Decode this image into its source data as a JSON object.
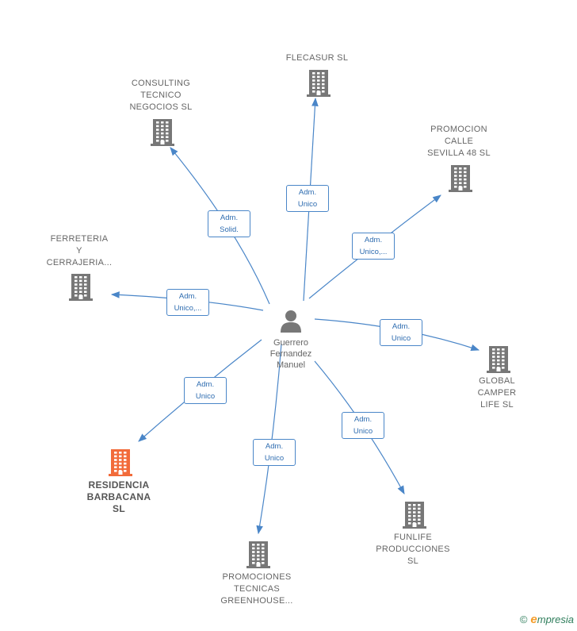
{
  "person": {
    "name": "Guerrero\nFernandez\nManuel"
  },
  "companies": [
    {
      "id": "flecasur",
      "label": "FLECASUR  SL",
      "highlight": false
    },
    {
      "id": "consulting",
      "label": "CONSULTING\nTECNICO\nNEGOCIOS SL",
      "highlight": false
    },
    {
      "id": "promocion-calle",
      "label": "PROMOCION\nCALLE\nSEVILLA 48  SL",
      "highlight": false
    },
    {
      "id": "ferreteria",
      "label": "FERRETERIA\nY\nCERRAJERIA...",
      "highlight": false
    },
    {
      "id": "global-camper",
      "label": "GLOBAL\nCAMPER\nLIFE  SL",
      "highlight": false
    },
    {
      "id": "residencia",
      "label": "RESIDENCIA\nBARBACANA\nSL",
      "highlight": true
    },
    {
      "id": "promociones-tecnicas",
      "label": "PROMOCIONES\nTECNICAS\nGREENHOUSE...",
      "highlight": false
    },
    {
      "id": "funlife",
      "label": "FUNLIFE\nPRODUCCIONES\nSL",
      "highlight": false
    }
  ],
  "roles": [
    {
      "target": "flecasur",
      "line1": "Adm.",
      "line2": "Unico"
    },
    {
      "target": "consulting",
      "line1": "Adm.",
      "line2": "Solid."
    },
    {
      "target": "promocion-calle",
      "line1": "Adm.",
      "line2": "Unico,..."
    },
    {
      "target": "ferreteria",
      "line1": "Adm.",
      "line2": "Unico,..."
    },
    {
      "target": "global-camper",
      "line1": "Adm.",
      "line2": "Unico"
    },
    {
      "target": "residencia",
      "line1": "Adm.",
      "line2": "Unico"
    },
    {
      "target": "promociones-tecnicas",
      "line1": "Adm.",
      "line2": "Unico"
    },
    {
      "target": "funlife",
      "line1": "Adm.",
      "line2": "Unico"
    }
  ],
  "colors": {
    "edge": "#4a86c8",
    "building": "#777777",
    "building_highlight": "#f26b3a",
    "person": "#777777"
  },
  "icons": {
    "company": "building-icon",
    "person": "person-icon"
  },
  "brand": {
    "copyright": "©",
    "e": "e",
    "rest": "mpresia"
  }
}
